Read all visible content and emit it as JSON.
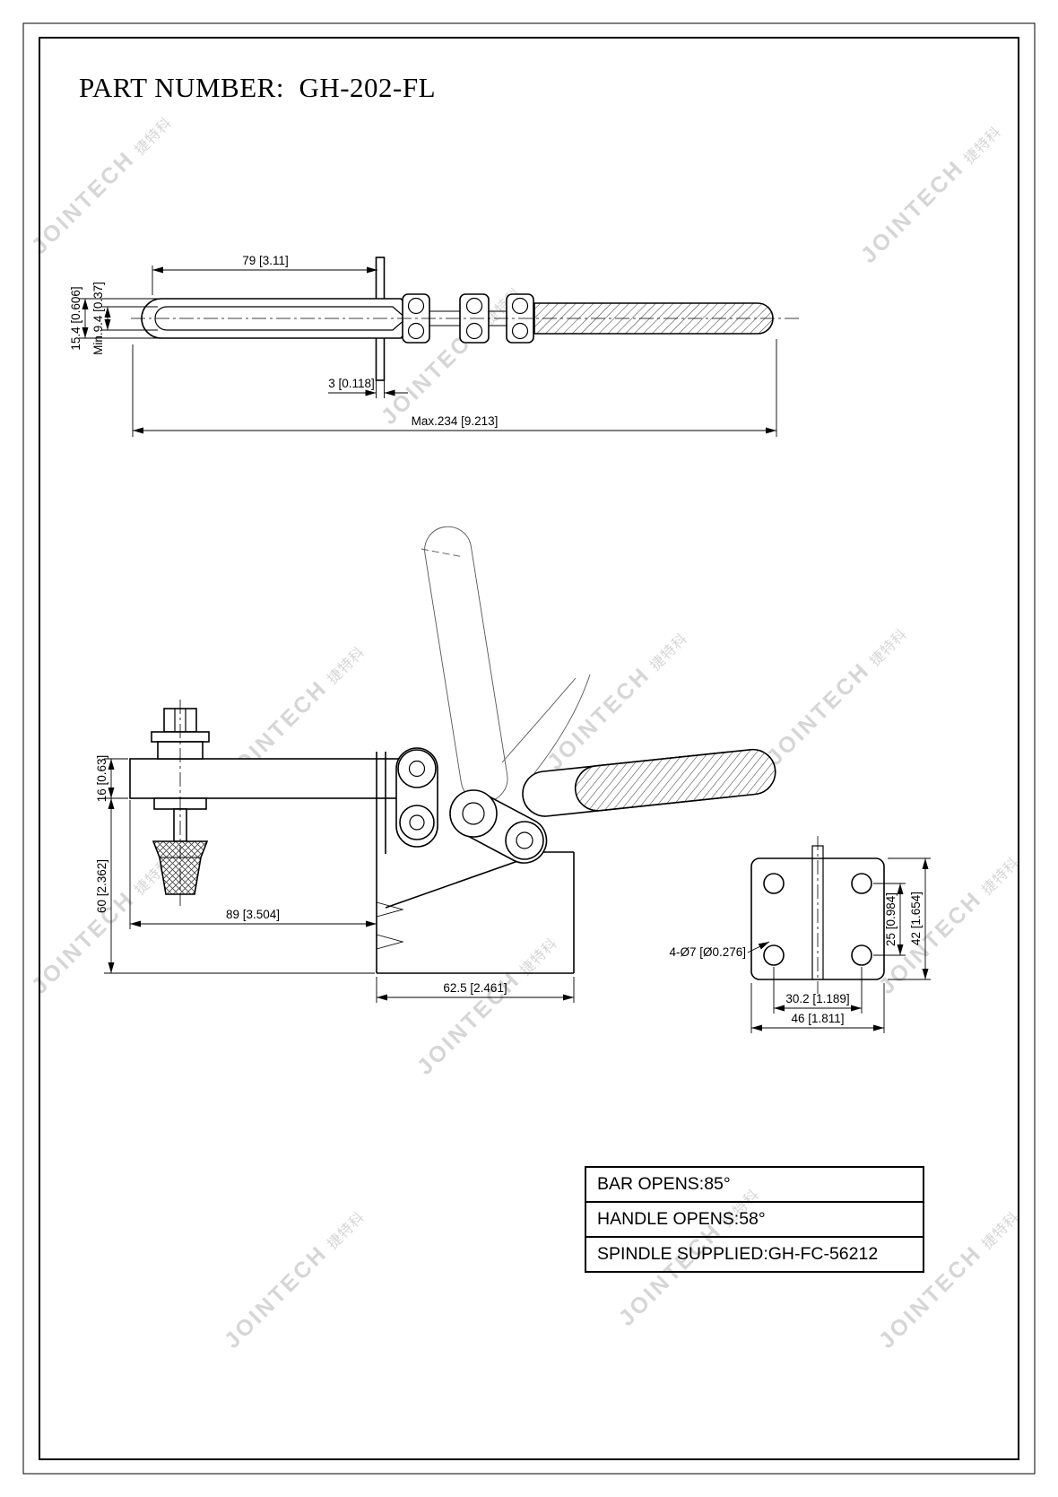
{
  "title": "PART NUMBER:  GH-202-FL",
  "watermark": {
    "brand": "JOINTECH",
    "cjk": "捷特科"
  },
  "views": {
    "top": {
      "dim_79": "79 [3.11]",
      "dim_15_4": "15.4 [0.606]",
      "dim_min_9_4": "Min.9.4 [0.37]",
      "dim_3": "3 [0.118]",
      "dim_max_234": "Max.234 [9.213]"
    },
    "side": {
      "dim_16": "16 [0.63]",
      "dim_60": "60 [2.362]",
      "dim_89": "89 [3.504]",
      "dim_62_5": "62.5 [2.461]"
    },
    "end": {
      "dim_holes": "4-Ø7 [Ø0.276]",
      "dim_25": "25 [0.984]",
      "dim_42": "42 [1.654]",
      "dim_30_2": "30.2 [1.189]",
      "dim_46": "46 [1.811]"
    }
  },
  "spec_table": {
    "rows": [
      {
        "label": "BAR OPENS:85°"
      },
      {
        "label": "HANDLE OPENS:58°"
      },
      {
        "label": "SPINDLE SUPPLIED:GH-FC-56212"
      }
    ]
  }
}
